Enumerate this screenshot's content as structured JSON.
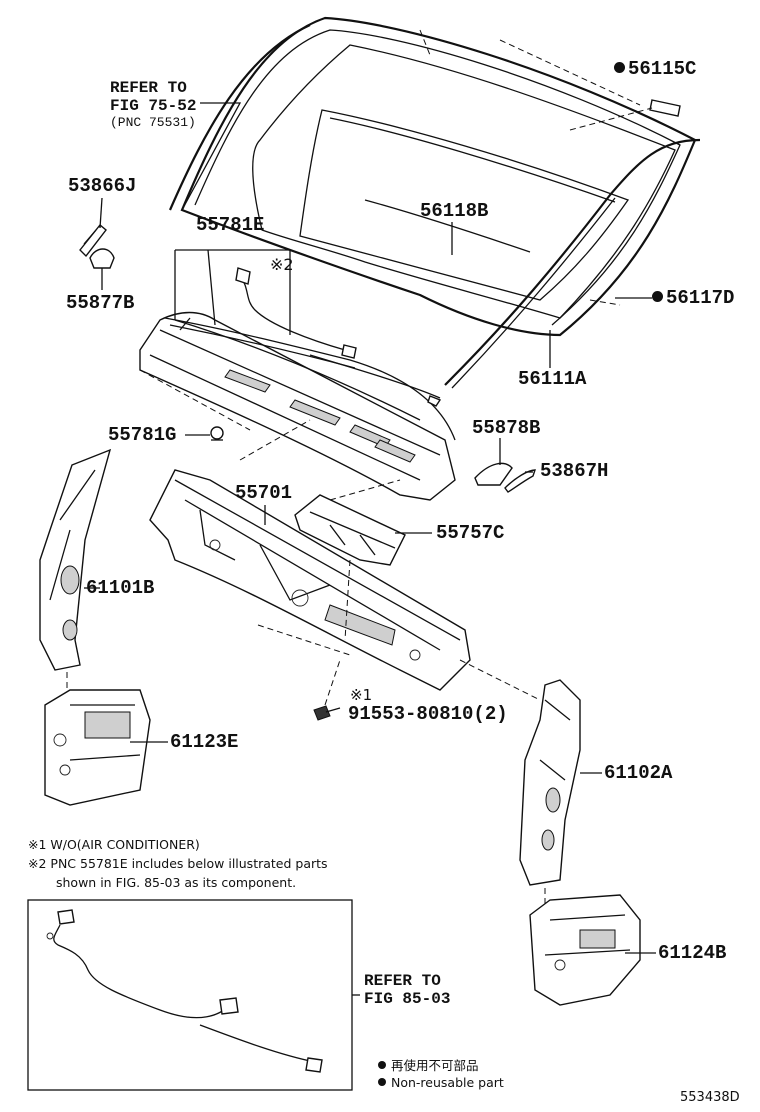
{
  "refer_windshield": {
    "line1": "REFER TO",
    "line2": "FIG 75-52",
    "line3": "(PNC 75531)"
  },
  "refer_wiper": {
    "line1": "REFER TO",
    "line2": "FIG 85-03"
  },
  "parts": {
    "p56115C": "56115C",
    "p56118B": "56118B",
    "p56117D": "56117D",
    "p56111A": "56111A",
    "p53866J": "53866J",
    "p55877B": "55877B",
    "p55781E": "55781E",
    "p55781G": "55781G",
    "p55878B": "55878B",
    "p53867H": "53867H",
    "p55701": "55701",
    "p55757C": "55757C",
    "p61101B": "61101B",
    "p61123E": "61123E",
    "p61102A": "61102A",
    "p61124B": "61124B",
    "p91553": "91553-80810(2)"
  },
  "markers": {
    "note1": "※1",
    "note2": "※2"
  },
  "notes": {
    "n1": "※1 W/O(AIR CONDITIONER)",
    "n2a": "※2 PNC 55781E includes below illustrated parts",
    "n2b": "shown in FIG. 85-03 as its component."
  },
  "legend": {
    "jp": "再使用不可部品",
    "en": "Non-reusable part"
  },
  "figure_id": "553438D"
}
